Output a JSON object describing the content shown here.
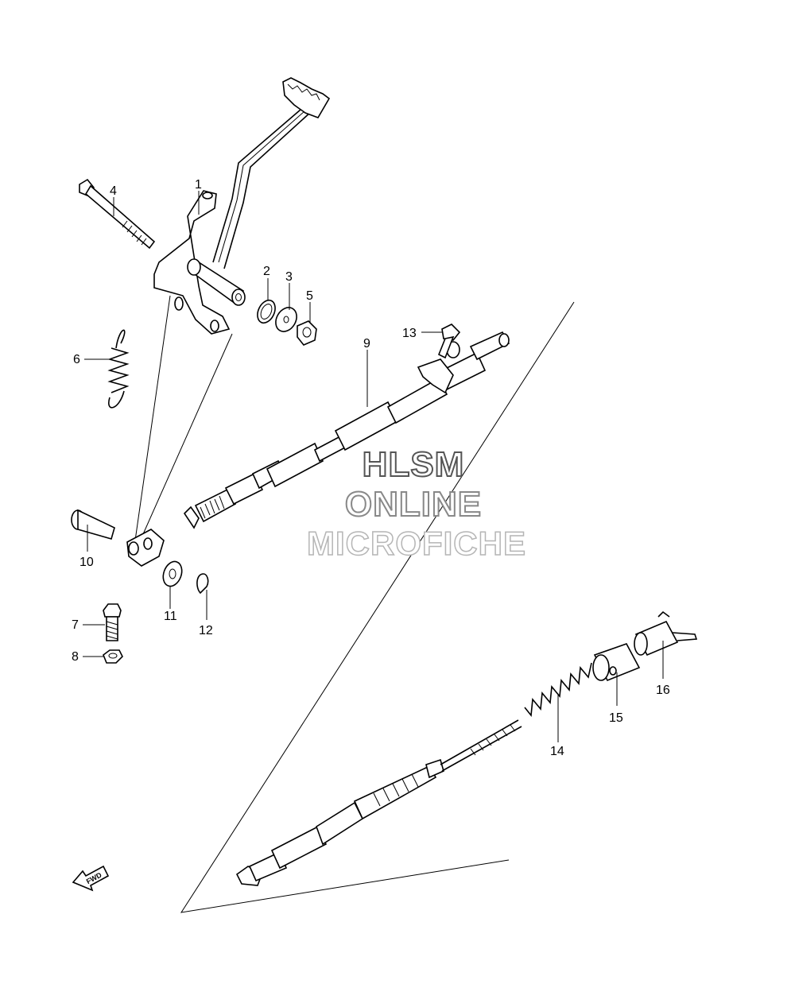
{
  "diagram": {
    "callouts": [
      {
        "id": "c1",
        "label": "1"
      },
      {
        "id": "c2",
        "label": "2"
      },
      {
        "id": "c3",
        "label": "3"
      },
      {
        "id": "c4",
        "label": "4"
      },
      {
        "id": "c5",
        "label": "5"
      },
      {
        "id": "c6",
        "label": "6"
      },
      {
        "id": "c7",
        "label": "7"
      },
      {
        "id": "c8",
        "label": "8"
      },
      {
        "id": "c9",
        "label": "9"
      },
      {
        "id": "c10",
        "label": "10"
      },
      {
        "id": "c11",
        "label": "11"
      },
      {
        "id": "c12",
        "label": "12"
      },
      {
        "id": "c13",
        "label": "13"
      },
      {
        "id": "c14",
        "label": "14"
      },
      {
        "id": "c15",
        "label": "15"
      },
      {
        "id": "c16",
        "label": "16"
      }
    ],
    "fwd_label": "FWD"
  },
  "watermark": {
    "line1": "HLSM",
    "line2": "ONLINE",
    "line3": "MICROFICHE"
  }
}
